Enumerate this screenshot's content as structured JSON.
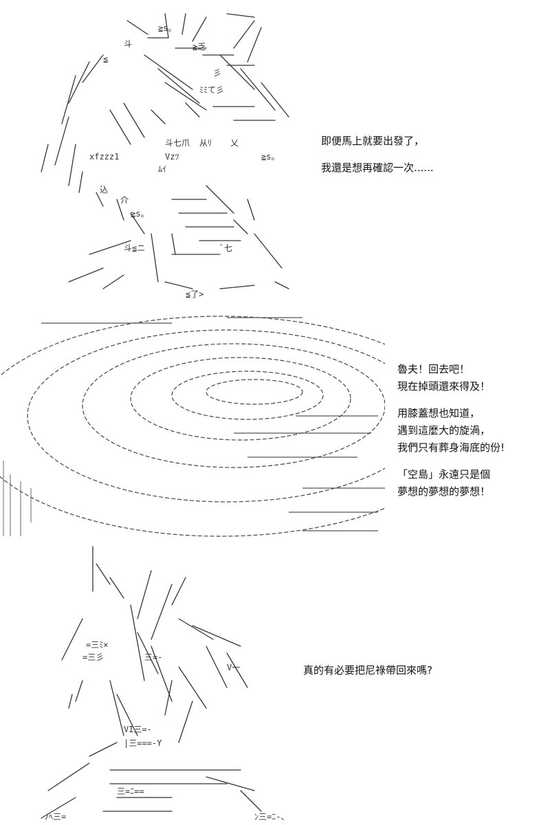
{
  "panels": [
    {
      "dialogue": [
        "即便馬上就要出發了，",
        "我還是想再確認一次......"
      ]
    },
    {
      "dialogue_groups": [
        [
          "魯夫！回去吧！",
          "現在掉頭還來得及！"
        ],
        [
          "用膝蓋想也知道，",
          "遇到這麼大的旋渦，",
          "我們只有葬身海底的份!"
        ],
        [
          "「空島」永遠只是個",
          "夢想的夢想的夢想！"
        ]
      ]
    },
    {
      "dialogue": [
        "真的有必要把尼祿帶回來嗎?"
      ]
    }
  ],
  "art": {
    "p1_fragments": [
      "≧s。",
      "斗",
      "≧乏",
      "≦",
      "彡",
      "ﾐﾐて彡",
      "斗七爪",
      "Vzﾂ",
      "xfzzz1",
      "込",
      "介",
      "≧s。",
      "斗≦ニ",
      "ﾞ七",
      "≦了>",
      "从ﾘ",
      "乂",
      "ﾑｲ",
      "≧s。"
    ],
    "p3_fragments": [
      "=三ﾐ×",
      "=三彡",
      "三=-",
      "V一",
      "|三===-Y",
      "VI三=-",
      "三=ﾆ==",
      "ﾉﾍ三=",
      "ﾝ三=ﾆ-、"
    ]
  }
}
